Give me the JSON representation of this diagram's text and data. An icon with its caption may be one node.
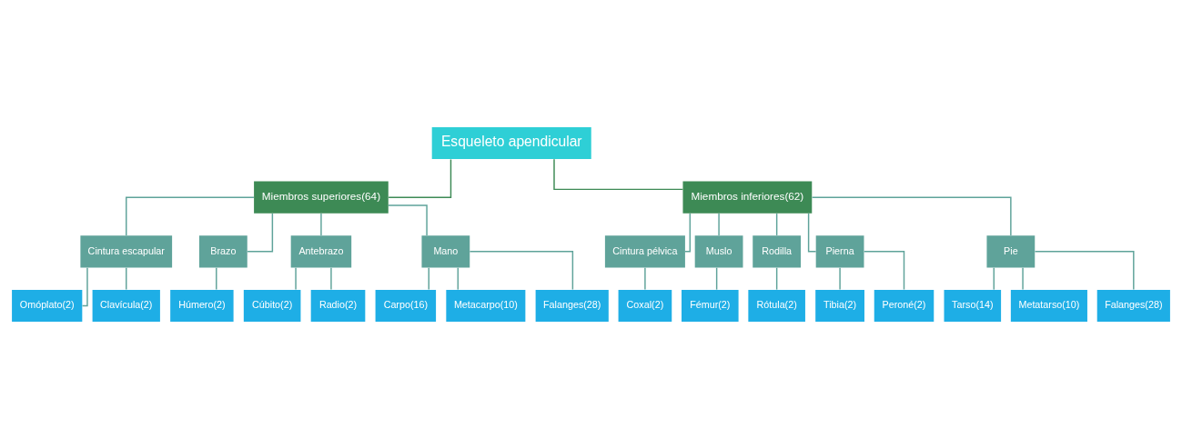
{
  "diagram": {
    "nodes": [
      {
        "text": [
          "Esqueleto apendicular"
        ]
      },
      {
        "text": [
          "Miembros superiores(64)"
        ]
      },
      {
        "text": [
          "Miembros inferiores(62)"
        ]
      },
      {
        "text": [
          "Cintura escapular"
        ]
      },
      {
        "text": [
          "Brazo"
        ]
      },
      {
        "text": [
          "Antebrazo"
        ]
      },
      {
        "text": [
          "Mano"
        ]
      },
      {
        "text": [
          "Omóplato(2)"
        ]
      },
      {
        "text": [
          "Clavícula(2)"
        ]
      },
      {
        "text": [
          "Húmero(2)"
        ]
      },
      {
        "text": [
          "Cúbito(2)"
        ]
      },
      {
        "text": [
          "Radio(2)"
        ]
      },
      {
        "text": [
          "Carpo(16)"
        ]
      },
      {
        "text": [
          "Metacarpo(10)"
        ]
      },
      {
        "text": [
          "Falanges(28)"
        ]
      },
      {
        "text": [
          "Cintura pélvica"
        ]
      },
      {
        "text": [
          "Muslo"
        ]
      },
      {
        "text": [
          "Rodilla"
        ]
      },
      {
        "text": [
          "Pierna"
        ]
      },
      {
        "text": [
          "Pie"
        ]
      },
      {
        "text": [
          "Coxal(2)"
        ]
      },
      {
        "text": [
          "Fémur(2)"
        ]
      },
      {
        "text": [
          "Rótula(2)"
        ]
      },
      {
        "text": [
          "Tibia(2)"
        ]
      },
      {
        "text": [
          "Peroné(2)"
        ]
      },
      {
        "text": [
          "Tarso(14)"
        ]
      },
      {
        "text": [
          "Metatarso(10)"
        ]
      },
      {
        "text": [
          "Falanges(28)"
        ]
      }
    ],
    "edges": [
      {
        "from": 0,
        "to": 1,
        "arrow": "none",
        "color": "#3d8a55"
      },
      {
        "from": 0,
        "to": 2,
        "arrow": "none",
        "color": "#3d8a55"
      },
      {
        "from": 1,
        "to": 3,
        "arrow": "none"
      },
      {
        "from": 1,
        "to": 4,
        "arrow": "none"
      },
      {
        "from": 1,
        "to": 5,
        "arrow": "none"
      },
      {
        "from": 1,
        "to": 6,
        "arrow": "none"
      },
      {
        "from": 3,
        "to": 7,
        "arrow": "none"
      },
      {
        "from": 3,
        "to": 8,
        "arrow": "none"
      },
      {
        "from": 4,
        "to": 9,
        "arrow": "none"
      },
      {
        "from": 5,
        "to": 10,
        "arrow": "none"
      },
      {
        "from": 5,
        "to": 11,
        "arrow": "none"
      },
      {
        "from": 6,
        "to": 12,
        "arrow": "none"
      },
      {
        "from": 6,
        "to": 13,
        "arrow": "none"
      },
      {
        "from": 6,
        "to": 14,
        "arrow": "none"
      },
      {
        "from": 2,
        "to": 15,
        "arrow": "none"
      },
      {
        "from": 2,
        "to": 16,
        "arrow": "none"
      },
      {
        "from": 2,
        "to": 17,
        "arrow": "none"
      },
      {
        "from": 2,
        "to": 18,
        "arrow": "none"
      },
      {
        "from": 2,
        "to": 19,
        "arrow": "none"
      },
      {
        "from": 15,
        "to": 20,
        "arrow": "none"
      },
      {
        "from": 16,
        "to": 21,
        "arrow": "none"
      },
      {
        "from": 17,
        "to": 22,
        "arrow": "none"
      },
      {
        "from": 18,
        "to": 23,
        "arrow": "none"
      },
      {
        "from": 18,
        "to": 24,
        "arrow": "none"
      },
      {
        "from": 19,
        "to": 25,
        "arrow": "none"
      },
      {
        "from": 19,
        "to": 26,
        "arrow": "none"
      },
      {
        "from": 19,
        "to": 27,
        "arrow": "none"
      }
    ]
  }
}
